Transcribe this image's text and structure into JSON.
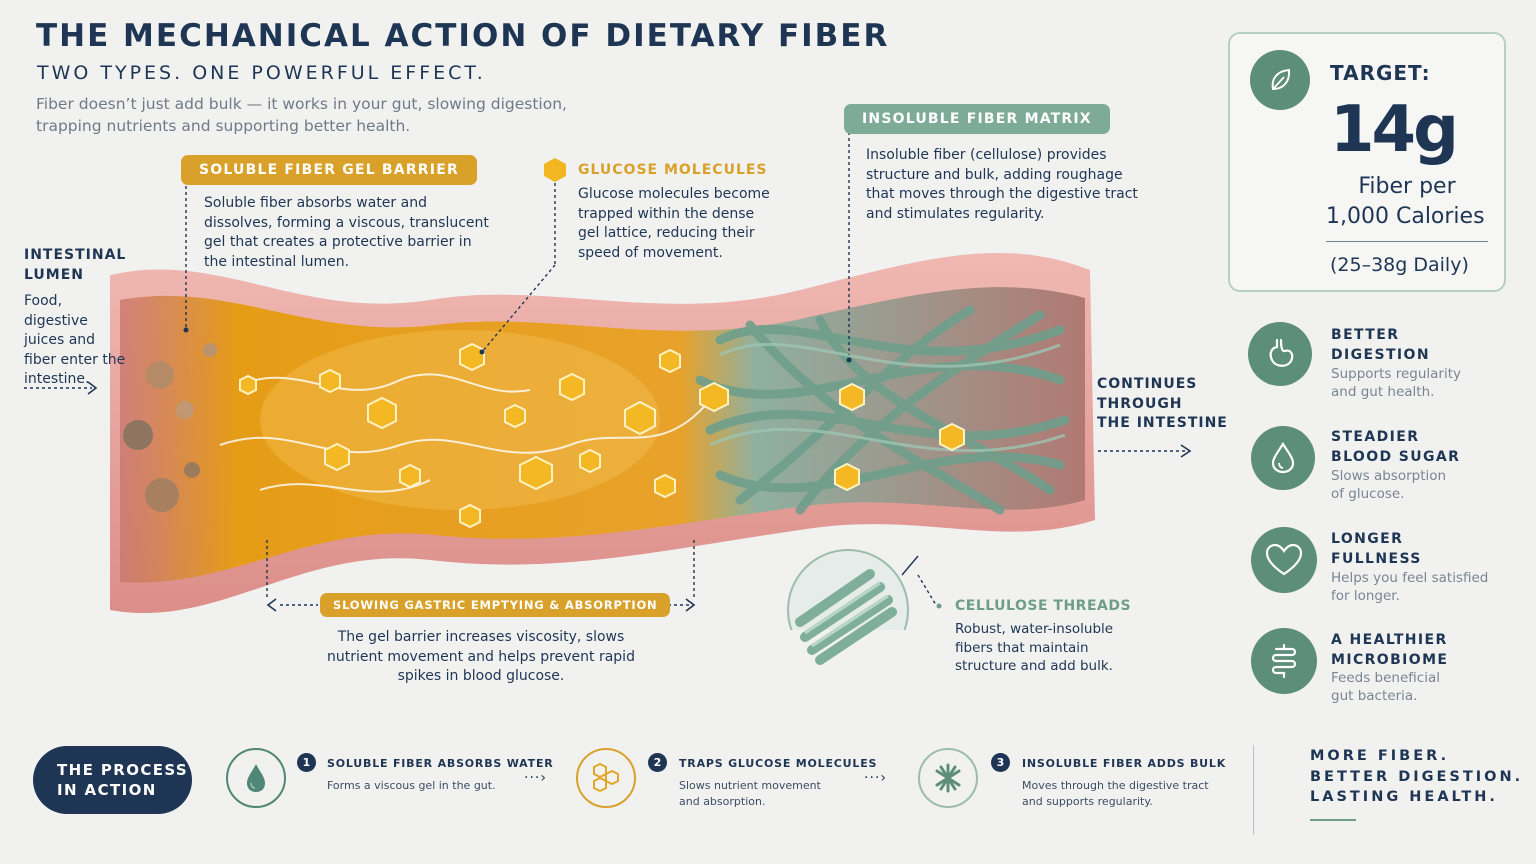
{
  "header": {
    "title": "THE MECHANICAL ACTION OF DIETARY FIBER",
    "subtitle": "TWO TYPES. ONE POWERFUL EFFECT.",
    "intro": "Fiber doesn’t just add bulk — it works in your gut, slowing digestion, trapping nutrients and supporting better health."
  },
  "callouts": {
    "lumen": {
      "title_line1": "INTESTINAL",
      "title_line2": "LUMEN",
      "text": "Food, digestive juices and fiber enter the intestine."
    },
    "soluble": {
      "label": "SOLUBLE FIBER GEL BARRIER",
      "text": "Soluble fiber absorbs water and dissolves, forming a viscous, translucent gel that creates a protective barrier in the intestinal lumen."
    },
    "glucose": {
      "label": "GLUCOSE MOLECULES",
      "text": "Glucose molecules become trapped within the dense gel lattice, reducing their speed of movement."
    },
    "insoluble": {
      "label": "INSOLUBLE FIBER MATRIX",
      "text": "Insoluble fiber (cellulose) provides structure and bulk, adding roughage that moves through the digestive tract and stimulates regularity."
    },
    "continues": {
      "line1": "CONTINUES",
      "line2": "THROUGH",
      "line3": "THE INTESTINE"
    },
    "slowing": {
      "label": "SLOWING GASTRIC EMPTYING & ABSORPTION",
      "text": "The gel barrier increases viscosity, slows nutrient movement and helps prevent rapid spikes in blood glucose."
    },
    "cellulose": {
      "label": "CELLULOSE THREADS",
      "text": "Robust, water-insoluble fibers that maintain structure and add bulk."
    }
  },
  "target": {
    "label": "TARGET:",
    "value": "14g",
    "unit_line1": "Fiber per",
    "unit_line2": "1,000 Calories",
    "daily": "(25–38g Daily)",
    "icon": "leaf-icon"
  },
  "benefits": [
    {
      "title1": "BETTER",
      "title2": "DIGESTION",
      "desc1": "Supports regularity",
      "desc2": "and gut health.",
      "icon": "stomach-icon"
    },
    {
      "title1": "STEADIER",
      "title2": "BLOOD SUGAR",
      "desc1": "Slows absorption",
      "desc2": "of glucose.",
      "icon": "drop-icon"
    },
    {
      "title1": "LONGER",
      "title2": "FULLNESS",
      "desc1": "Helps you feel satisfied",
      "desc2": "for longer.",
      "icon": "heart-icon"
    },
    {
      "title1": "A HEALTHIER",
      "title2": "MICROBIOME",
      "desc1": "Feeds beneficial",
      "desc2": "gut bacteria.",
      "icon": "intestine-icon"
    }
  ],
  "process": {
    "label_line1": "THE PROCESS",
    "label_line2": "IN ACTION",
    "steps": [
      {
        "num": "1",
        "title": "SOLUBLE FIBER ABSORBS WATER",
        "desc1": "Forms a viscous gel in the gut.",
        "desc2": "",
        "icon": "water-drop-icon"
      },
      {
        "num": "2",
        "title": "TRAPS GLUCOSE MOLECULES",
        "desc1": "Slows nutrient movement",
        "desc2": "and absorption.",
        "icon": "molecule-cluster-icon"
      },
      {
        "num": "3",
        "title": "INSOLUBLE FIBER ADDS BULK",
        "desc1": "Moves through the digestive tract",
        "desc2": "and supports regularity.",
        "icon": "fiber-mesh-icon"
      }
    ]
  },
  "closing": {
    "line1": "MORE FIBER.",
    "line2": "BETTER DIGESTION.",
    "line3": "LASTING HEALTH."
  },
  "colors": {
    "navy": "#1e3554",
    "gold": "#d9a12a",
    "green": "#5d8d7b",
    "tissue": "#e7a3a0",
    "gel": "#eaa21f"
  }
}
